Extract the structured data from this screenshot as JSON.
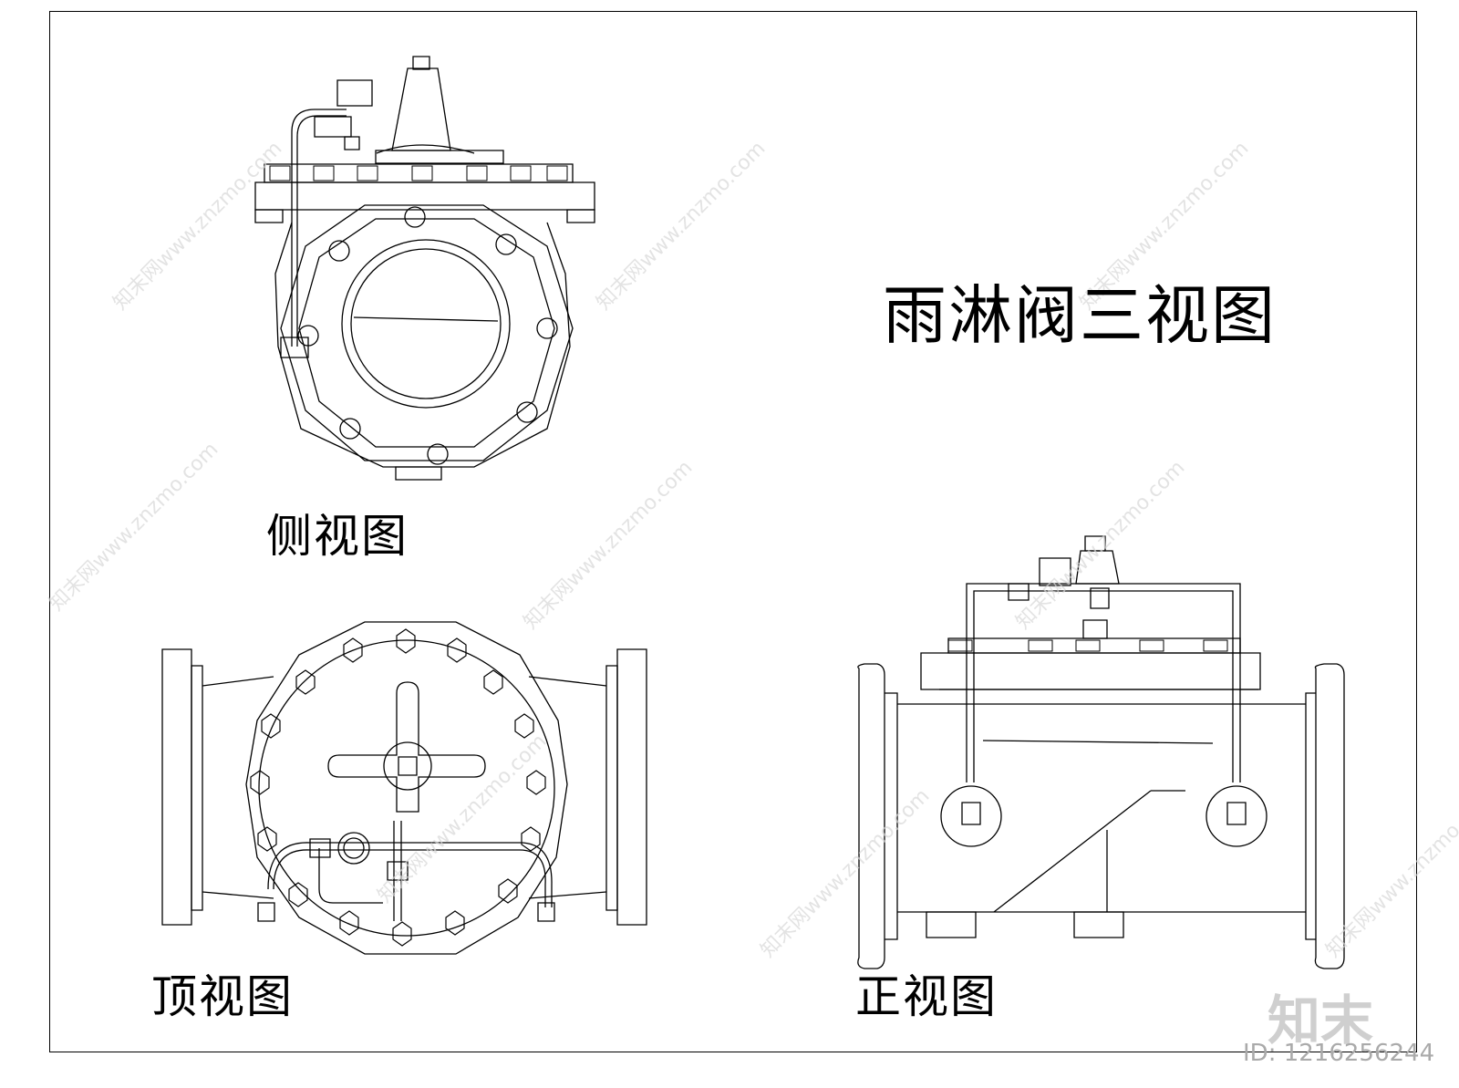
{
  "title": "雨淋阀三视图",
  "views": {
    "side": "侧视图",
    "top": "顶视图",
    "front": "正视图"
  },
  "watermark": {
    "text": "知末网www.znzmo.com",
    "brand": "知末",
    "id": "ID: 1216256244"
  },
  "colors": {
    "line": "#000000",
    "background": "#ffffff",
    "watermark": "#cfcfcf"
  }
}
